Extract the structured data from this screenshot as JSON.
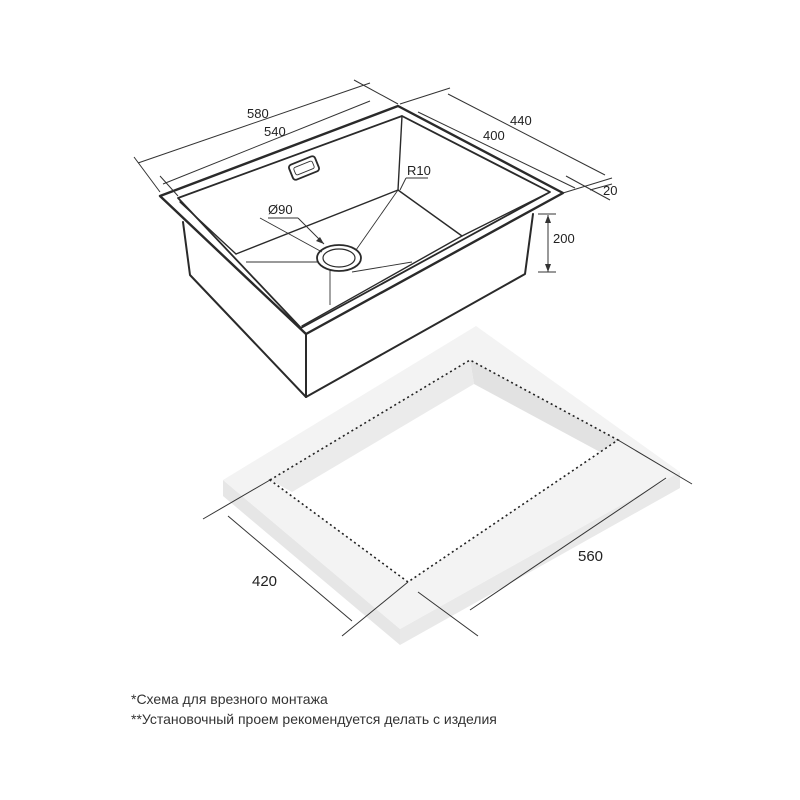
{
  "dimensions": {
    "outer_length": "580",
    "inner_length": "540",
    "outer_width": "440",
    "inner_width": "400",
    "rim": "20",
    "depth": "200",
    "radius": "R10",
    "drain": "Ø90",
    "cutout_width": "420",
    "cutout_length": "560"
  },
  "notes": {
    "line1": "*Схема для врезного монтажа",
    "line2": "**Установочный проем рекомендуется делать с изделия"
  },
  "colors": {
    "line": "#2a2a2a",
    "countertop_top": "#f3f3f3",
    "countertop_side": "#e6e6e6",
    "countertop_inner": "#e2e2e2"
  }
}
